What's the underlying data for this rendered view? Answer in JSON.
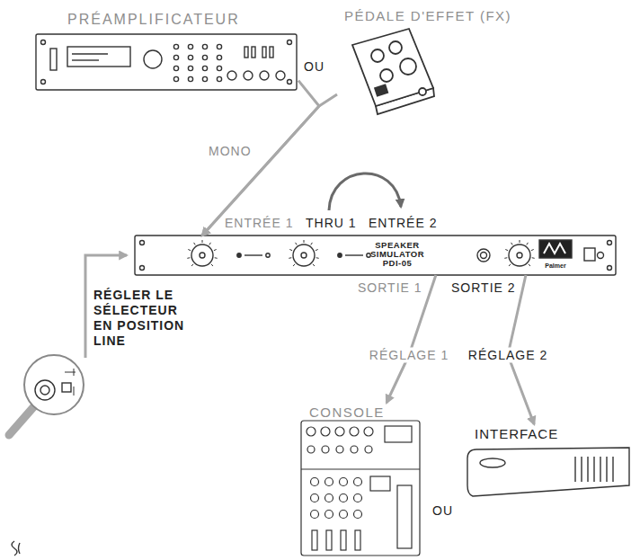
{
  "diagram": {
    "nodes": [
      {
        "text": [
          "PRÉAMPLIFICATEUR"
        ]
      },
      {
        "text": [
          "PÉDALE D'EFFET (FX)"
        ]
      },
      {
        "text": [
          "SPEAKER SIMULATOR PDI-05",
          "Palmer"
        ]
      },
      {
        "text": [
          "CONSOLE"
        ]
      },
      {
        "text": [
          "INTERFACE"
        ]
      }
    ],
    "edges": [
      {
        "from": 0,
        "to": 2,
        "arrow": "to"
      },
      {
        "from": 1,
        "to": 2,
        "arrow": "to"
      },
      {
        "from": 2,
        "to": 3,
        "label": "RÉGLAGE 1",
        "arrow": "to"
      },
      {
        "from": 2,
        "to": 4,
        "label": "RÉGLAGE 2",
        "arrow": "to"
      }
    ],
    "labels": [
      "OU",
      "MONO",
      "ENTRÉE 1",
      "THRU 1",
      "ENTRÉE 2",
      "SORTIE 1",
      "SORTIE 2",
      "RÉGLER LE SÉLECTEUR EN POSITION LINE",
      "OU"
    ]
  }
}
